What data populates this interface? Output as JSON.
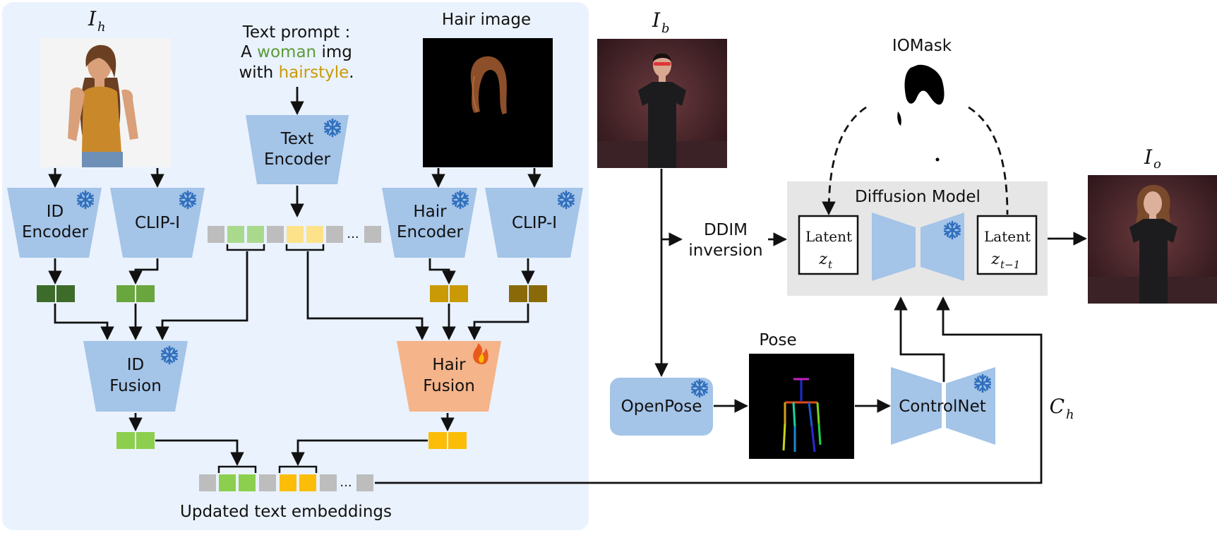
{
  "symbols": {
    "i_h": "I",
    "i_h_sub": "h",
    "i_b": "I",
    "i_b_sub": "b",
    "i_o": "I",
    "i_o_sub": "o",
    "c_h": "C",
    "c_h_sub": "h"
  },
  "prompt": {
    "line1": "Text prompt :",
    "line2_pre": "A ",
    "line2_word": "woman",
    "line2_post": " img",
    "line3_pre": "with ",
    "line3_word": "hairstyle",
    "line3_post": "."
  },
  "labels": {
    "hair_image": "Hair image",
    "iomask": "IOMask",
    "pose": "Pose",
    "diffusion_model": "Diffusion Model",
    "ddim_1": "DDIM",
    "ddim_2": "inversion",
    "updated_embeddings": "Updated text embeddings",
    "ellipsis": "..."
  },
  "modules": {
    "text_encoder": [
      "Text",
      "Encoder"
    ],
    "id_encoder": [
      "ID",
      "Encoder"
    ],
    "clip_left": [
      "CLIP-I"
    ],
    "hair_encoder": [
      "Hair",
      "Encoder"
    ],
    "clip_right": [
      "CLIP-I"
    ],
    "id_fusion": [
      "ID",
      "Fusion"
    ],
    "hair_fusion": [
      "Hair",
      "Fusion"
    ],
    "openpose": "OpenPose",
    "controlnet": "ControlNet"
  },
  "latents": {
    "zt_label": "Latent",
    "zt_var": "z",
    "zt_sub": "t",
    "zt1_label": "Latent",
    "zt1_var": "z",
    "zt1_sub": "t−1"
  },
  "colors": {
    "panel_bg": "#eaf2fd",
    "module_blue": "#a4c4e8",
    "hair_fusion": "#f5b48a",
    "snowflake": "#2f6fbd",
    "flame": "#e85a1c",
    "diffusion_bg": "#e6e6e6",
    "token_gray": "#bdbdbd",
    "token_lightgreen": "#a9d98c",
    "token_lightyellow": "#fde28a",
    "token_darkgreen": "#3d6b2a",
    "token_midgreen": "#6aa63e",
    "token_gold": "#c99a06",
    "token_brown": "#8a6a08",
    "token_green": "#8ccf4e",
    "token_yellow": "#fbbd08",
    "woman_word": "#5a9a3a",
    "hairstyle_word": "#c99a06"
  },
  "icons": [
    "snowflake-icon",
    "flame-icon"
  ]
}
